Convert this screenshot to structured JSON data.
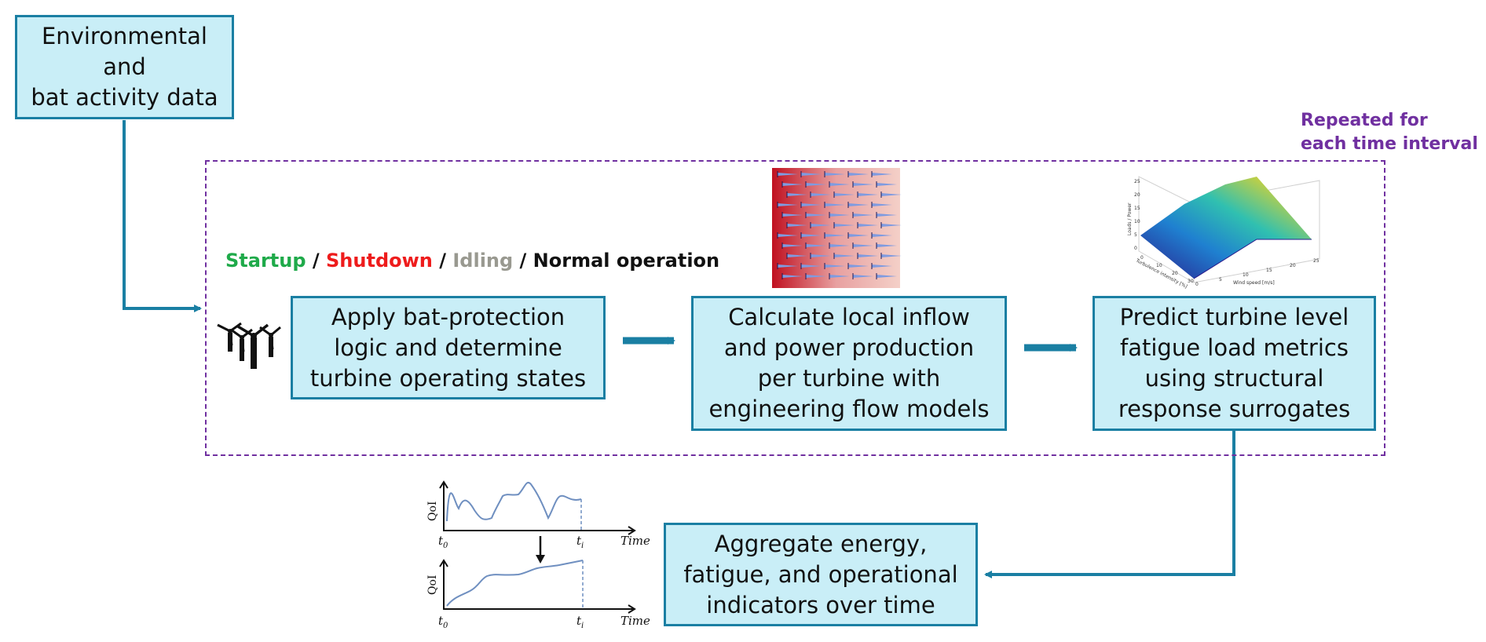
{
  "colors": {
    "box_fill": "#c9eef7",
    "box_border": "#1a7fa3",
    "arrow": "#1a7fa3",
    "loop_border": "#7030a0",
    "startup": "#1faa4a",
    "shutdown": "#ee1c1c",
    "idling": "#999990",
    "normal": "#111111"
  },
  "nodes": {
    "env": {
      "lines": [
        "Environmental",
        "and",
        "bat activity data"
      ]
    },
    "apply": {
      "lines": [
        "Apply bat-protection",
        "logic and determine",
        "turbine operating states"
      ]
    },
    "calc": {
      "lines": [
        "Calculate local inflow",
        "and power production",
        "per turbine with",
        "engineering flow models"
      ]
    },
    "predict": {
      "lines": [
        "Predict turbine level",
        "fatigue load metrics",
        "using structural",
        "response surrogates"
      ]
    },
    "aggregate": {
      "lines": [
        "Aggregate energy,",
        "fatigue, and operational",
        "indicators over time"
      ]
    }
  },
  "loop": {
    "label_lines": [
      "Repeated for",
      "each time interval"
    ]
  },
  "states": {
    "startup": "Startup",
    "shutdown": "Shutdown",
    "idling": "Idling",
    "normal": "Normal operation",
    "separator": " / "
  },
  "icons": {
    "turbines": "wind-turbines-icon",
    "wake": "wake-flow-field-image",
    "surface": "load-surface-plot-image",
    "qoi": "qoi-time-series-plot-image"
  },
  "surface_plot": {
    "zlabel": "Loads / Power",
    "xlabel": "Turbulence intensity [%]",
    "ylabel": "Wind speed [m/s]",
    "zticks": [
      "0",
      "5",
      "10",
      "15",
      "20",
      "25"
    ],
    "xticks": [
      "0",
      "10",
      "20",
      "30"
    ],
    "yticks": [
      "0",
      "5",
      "10",
      "15",
      "20",
      "25"
    ]
  },
  "qoi_plot": {
    "ylabel": "QoI",
    "xlabel": "Time",
    "t0": "t",
    "t0_sub": "0",
    "ti": "t",
    "ti_sub": "i"
  }
}
